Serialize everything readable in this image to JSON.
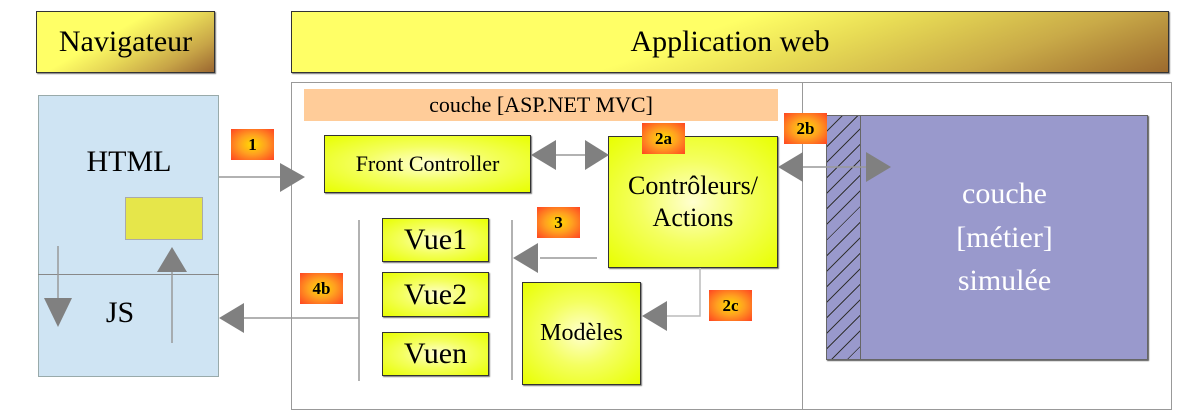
{
  "headers": {
    "browser": "Navigateur",
    "application": "Application web"
  },
  "browser": {
    "html_label": "HTML",
    "js_label": "JS"
  },
  "application": {
    "layer_label": "couche [ASP.NET MVC]",
    "front_controller": "Front Controller",
    "controllers": [
      "Contrôleurs/",
      "Actions"
    ],
    "views": [
      "Vue1",
      "Vue2",
      "Vuen"
    ],
    "models": "Modèles"
  },
  "business": {
    "lines": [
      "couche",
      "[métier]",
      "simulée"
    ]
  },
  "steps": {
    "s1": "1",
    "s2a": "2a",
    "s2b": "2b",
    "s2c": "2c",
    "s3": "3",
    "s4b": "4b"
  },
  "colors": {
    "header_gradient_start": "#ffff66",
    "header_gradient_end": "#9c6a2e",
    "browser_bg": "#cfe4f3",
    "mvc_band": "#ffcc99",
    "component_yellow": "#e8ff00",
    "business_bg": "#9999cc",
    "badge_orange": "#ff4422",
    "arrow_gray": "#808080"
  }
}
